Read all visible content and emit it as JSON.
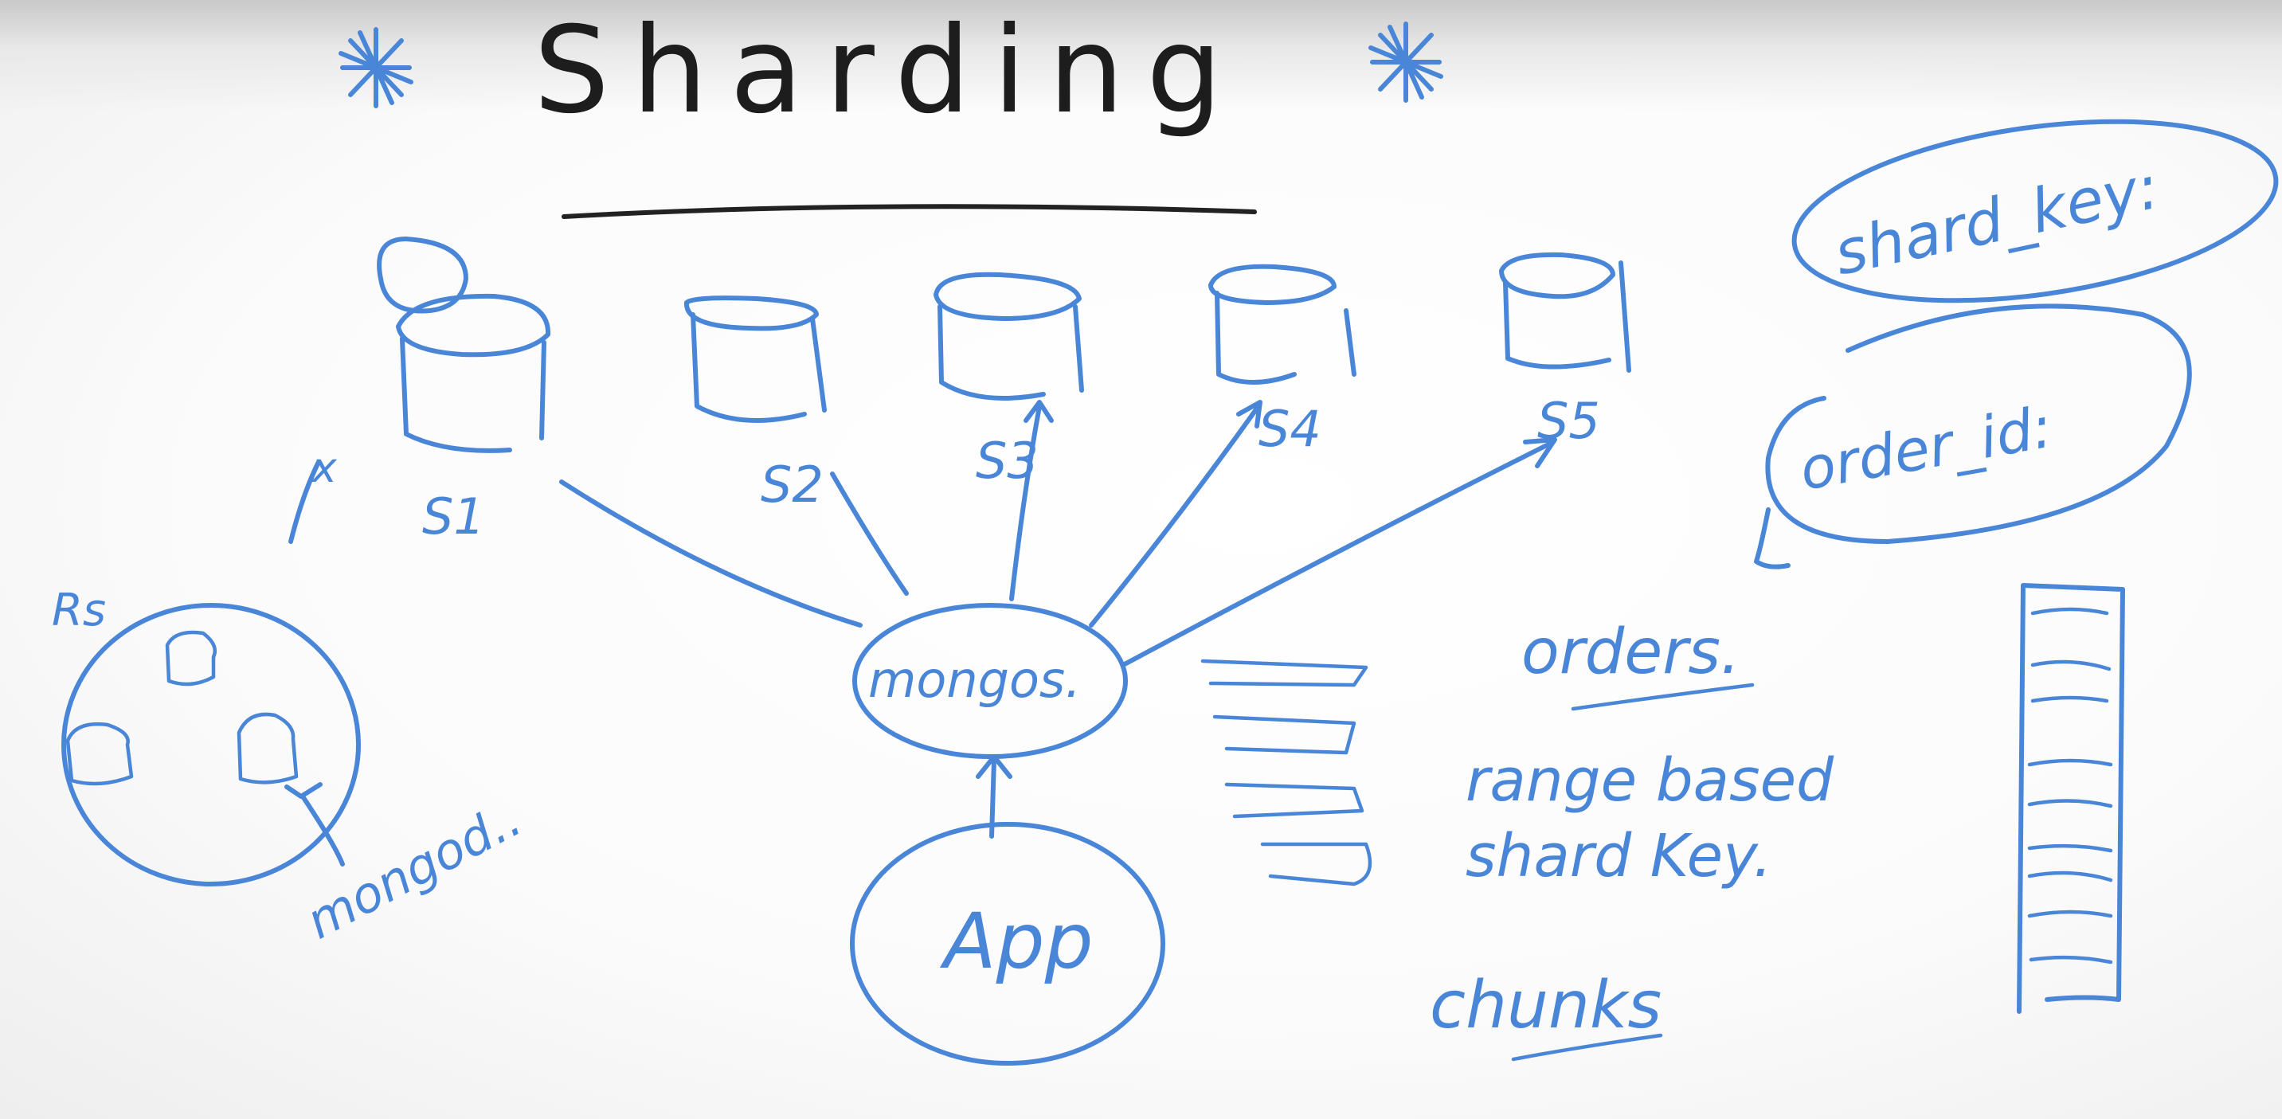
{
  "title": "Sharding",
  "shards": [
    {
      "label": "S1"
    },
    {
      "label": "S2"
    },
    {
      "label": "S3"
    },
    {
      "label": "S4"
    },
    {
      "label": "S5"
    }
  ],
  "router": {
    "label": "mongos."
  },
  "app": {
    "label": "App"
  },
  "replica_set": {
    "label": "Rs",
    "node_label": "mongod.."
  },
  "annotations": {
    "arrow_mark": "x",
    "shard_key": "shard_key:",
    "order_id": "order_id:",
    "orders": "orders.",
    "range_line1": "range based",
    "range_line2": "shard Key.",
    "chunks": "chunks"
  },
  "colors": {
    "ink": "#4a86d8",
    "title_ink": "#1d1d1d"
  }
}
